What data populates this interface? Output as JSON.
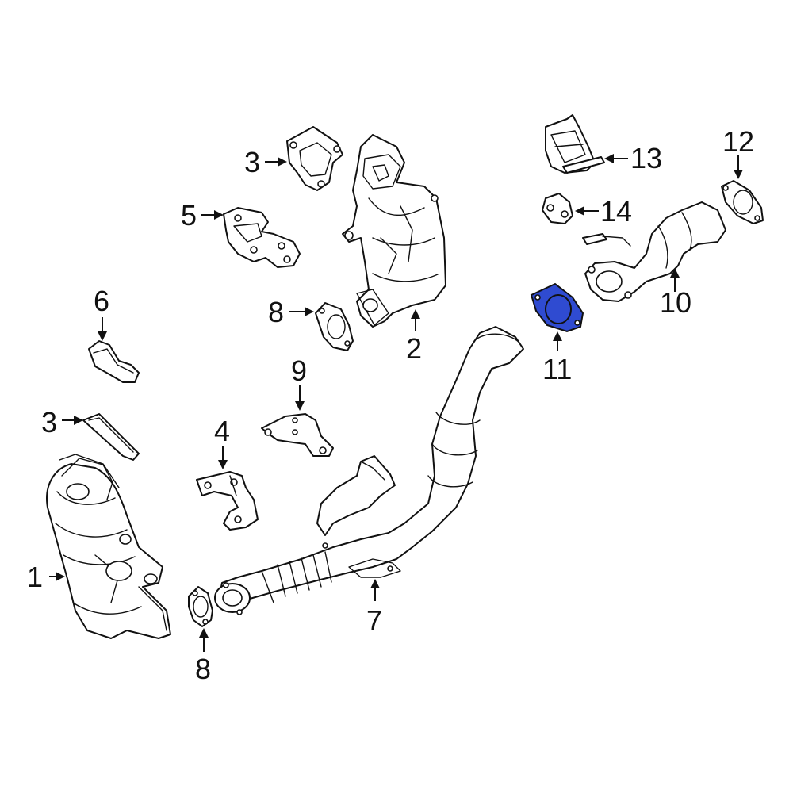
{
  "colors": {
    "background": "#ffffff",
    "line": "#111111",
    "highlight_fill": "#2f4bd1"
  },
  "highlighted_part": "11",
  "callouts": [
    {
      "id": "c1",
      "label": "1"
    },
    {
      "id": "c2",
      "label": "2"
    },
    {
      "id": "c3a",
      "label": "3"
    },
    {
      "id": "c3b",
      "label": "3"
    },
    {
      "id": "c4",
      "label": "4"
    },
    {
      "id": "c5",
      "label": "5"
    },
    {
      "id": "c6",
      "label": "6"
    },
    {
      "id": "c7",
      "label": "7"
    },
    {
      "id": "c8a",
      "label": "8"
    },
    {
      "id": "c8b",
      "label": "8"
    },
    {
      "id": "c9",
      "label": "9"
    },
    {
      "id": "c10",
      "label": "10"
    },
    {
      "id": "c11",
      "label": "11"
    },
    {
      "id": "c12",
      "label": "12"
    },
    {
      "id": "c13",
      "label": "13"
    },
    {
      "id": "c14",
      "label": "14"
    }
  ]
}
